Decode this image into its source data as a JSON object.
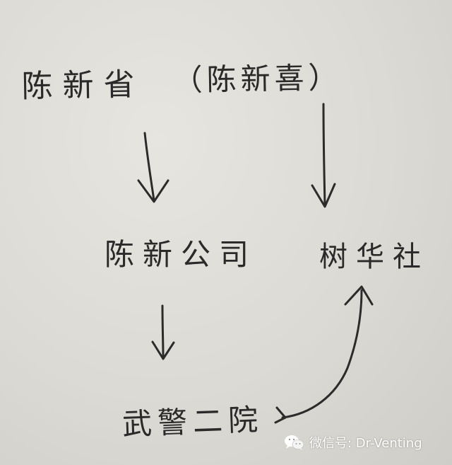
{
  "nodes": {
    "top_left": "陈新省",
    "top_right": "（陈新喜）",
    "middle_left": "陈新公司",
    "middle_right": "树华社",
    "bottom": "武警二院"
  },
  "watermark": {
    "icon": "wechat-icon",
    "text": "微信号: Dr-Venting"
  },
  "colors": {
    "ink": "#2a2a2a",
    "paper": "#dcdad4",
    "watermark": "#ffffff"
  }
}
